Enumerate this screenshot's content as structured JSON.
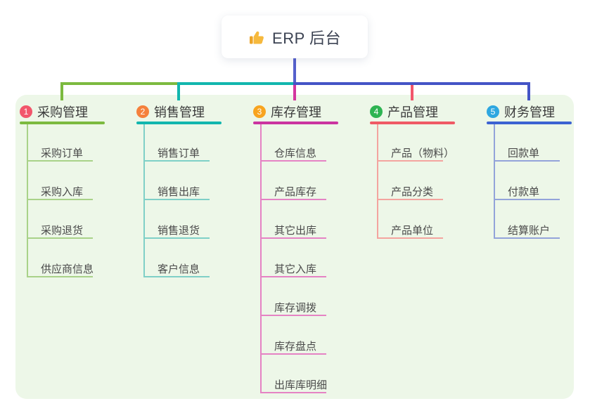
{
  "root": {
    "title": "ERP 后台",
    "icon": "thumbs-up-icon",
    "icon_color": "#f6b93d",
    "icon_cuff_color": "#eda427"
  },
  "panel": {
    "background": "#edf7e8"
  },
  "connector": {
    "stem_color": "#5560cc",
    "horizontal_segments": [
      {
        "from_branch": 0,
        "to_branch": 1,
        "color": "#7cba3f"
      },
      {
        "from_branch": 1,
        "to_branch": 2,
        "color": "#12b6ae"
      },
      {
        "from_branch": 2,
        "to_branch": 4,
        "color": "#4454c6"
      }
    ]
  },
  "branches": [
    {
      "index": "1",
      "label": "采购管理",
      "badge_color": "#f2566b",
      "line_color": "#7cba3f",
      "child_line_color": "#a9d289",
      "drop_color": "#7cba3f",
      "children": [
        "采购订单",
        "采购入库",
        "采购退货",
        "供应商信息"
      ]
    },
    {
      "index": "2",
      "label": "销售管理",
      "badge_color": "#f5813c",
      "line_color": "#12b6ae",
      "child_line_color": "#7fd0c7",
      "drop_color": "#12b6ae",
      "children": [
        "销售订单",
        "销售出库",
        "销售退货",
        "客户信息"
      ]
    },
    {
      "index": "3",
      "label": "库存管理",
      "badge_color": "#f8a41f",
      "line_color": "#cb34a0",
      "child_line_color": "#e583c4",
      "drop_color": "#d3359f",
      "children": [
        "仓库信息",
        "产品库存",
        "其它出库",
        "其它入库",
        "库存调拨",
        "库存盘点",
        "出库库明细"
      ]
    },
    {
      "index": "4",
      "label": "产品管理",
      "badge_color": "#2eb452",
      "line_color": "#ef5a65",
      "child_line_color": "#f4a49f",
      "drop_color": "#f2566b",
      "children": [
        "产品（物料）",
        "产品分类",
        "产品单位"
      ]
    },
    {
      "index": "5",
      "label": "财务管理",
      "badge_color": "#2ea7e0",
      "line_color": "#3c63d2",
      "child_line_color": "#93a3da",
      "drop_color": "#4454c6",
      "children": [
        "回款单",
        "付款单",
        "结算账户"
      ]
    }
  ]
}
